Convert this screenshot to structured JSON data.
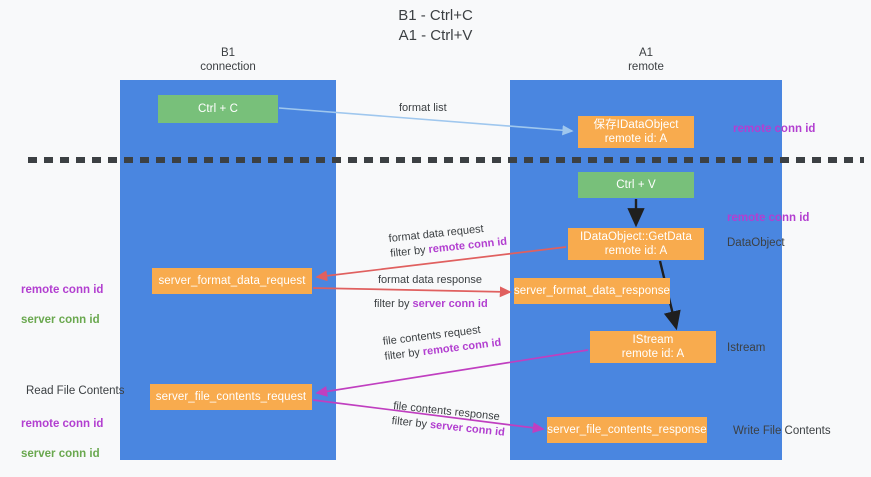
{
  "title": "B1 - Ctrl+C\nA1 - Ctrl+V",
  "lanes": {
    "b1": {
      "head": "B1\nconnection"
    },
    "a1": {
      "head": "A1\nremote"
    }
  },
  "nodes": {
    "ctrl_c": "Ctrl + C",
    "save_dataobject": "保存IDataObject\nremote id: A",
    "ctrl_v": "Ctrl + V",
    "getdata": "IDataObject::GetData\nremote id: A",
    "server_format_data_request": "server_format_data_request",
    "server_format_data_response": "server_format_data_response",
    "istream": "IStream\nremote id: A",
    "server_file_contents_request": "server_file_contents_request",
    "server_file_contents_response": "server_file_contents_response"
  },
  "edge_labels": {
    "format_list": "format list",
    "format_data_request": "format data request",
    "format_data_request_filter_prefix": "filter by ",
    "format_data_request_filter_key": "remote conn id",
    "format_data_response": "format data response",
    "format_data_response_filter_prefix": "filter by ",
    "format_data_response_filter_key": "server conn id",
    "file_contents_request": "file contents request",
    "file_contents_request_filter_prefix": "filter by ",
    "file_contents_request_filter_key": "remote conn id",
    "file_contents_response": "file contents response",
    "file_contents_response_filter_prefix": "filter by ",
    "file_contents_response_filter_key": "server conn id"
  },
  "side_labels": {
    "right_remote_conn_id_top": "remote conn id",
    "right_remote_conn_id_mid": "remote conn id",
    "right_dataobject": "DataObject",
    "right_istream": "Istream",
    "right_write_file_contents": "Write File Contents",
    "left_conn_ids_mid_remote": "remote conn id",
    "left_conn_ids_mid_server": "server conn id",
    "left_read_file_contents": "Read File Contents",
    "left_conn_ids_bottom_remote": "remote conn id",
    "left_conn_ids_bottom_server": "server conn id"
  },
  "colors": {
    "lane_blue": "#4a86e0",
    "node_green": "#78c07a",
    "node_orange": "#f8ab4e",
    "accent_purple": "#b23fd0",
    "accent_green": "#6aa84f",
    "arrow_light_blue": "#9fc7ee",
    "arrow_red": "#e0605f",
    "arrow_magenta": "#c03fc0",
    "arrow_black": "#1f1f1f",
    "background": "#f8f9fa"
  }
}
